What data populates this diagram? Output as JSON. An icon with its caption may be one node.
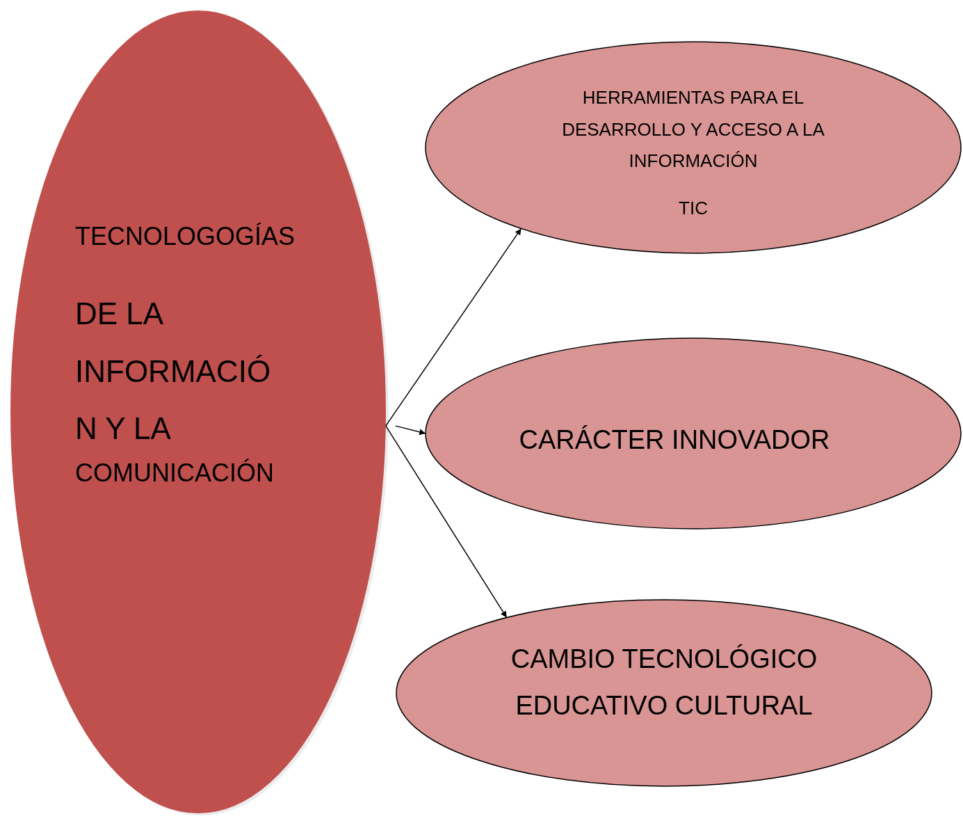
{
  "diagram": {
    "nodes": [
      {
        "text": [
          "TECNOLOGOGÍAS",
          "DE LA INFORMACIÓ N Y LA",
          "COMUNICACIÓN"
        ]
      },
      {
        "text": [
          "HERRAMIENTAS PARA EL DESARROLLO Y ACCESO A LA INFORMACIÓN",
          "TIC"
        ]
      },
      {
        "text": [
          "CARÁCTER INNOVADOR"
        ]
      },
      {
        "text": [
          "CAMBIO TECNOLÓGICO EDUCATIVO CULTURAL"
        ]
      }
    ],
    "edges": [
      {
        "from": 0,
        "to": 1,
        "arrow": "to"
      },
      {
        "from": 0,
        "to": 2,
        "arrow": "to"
      },
      {
        "from": 0,
        "to": 3,
        "arrow": "to"
      }
    ]
  }
}
